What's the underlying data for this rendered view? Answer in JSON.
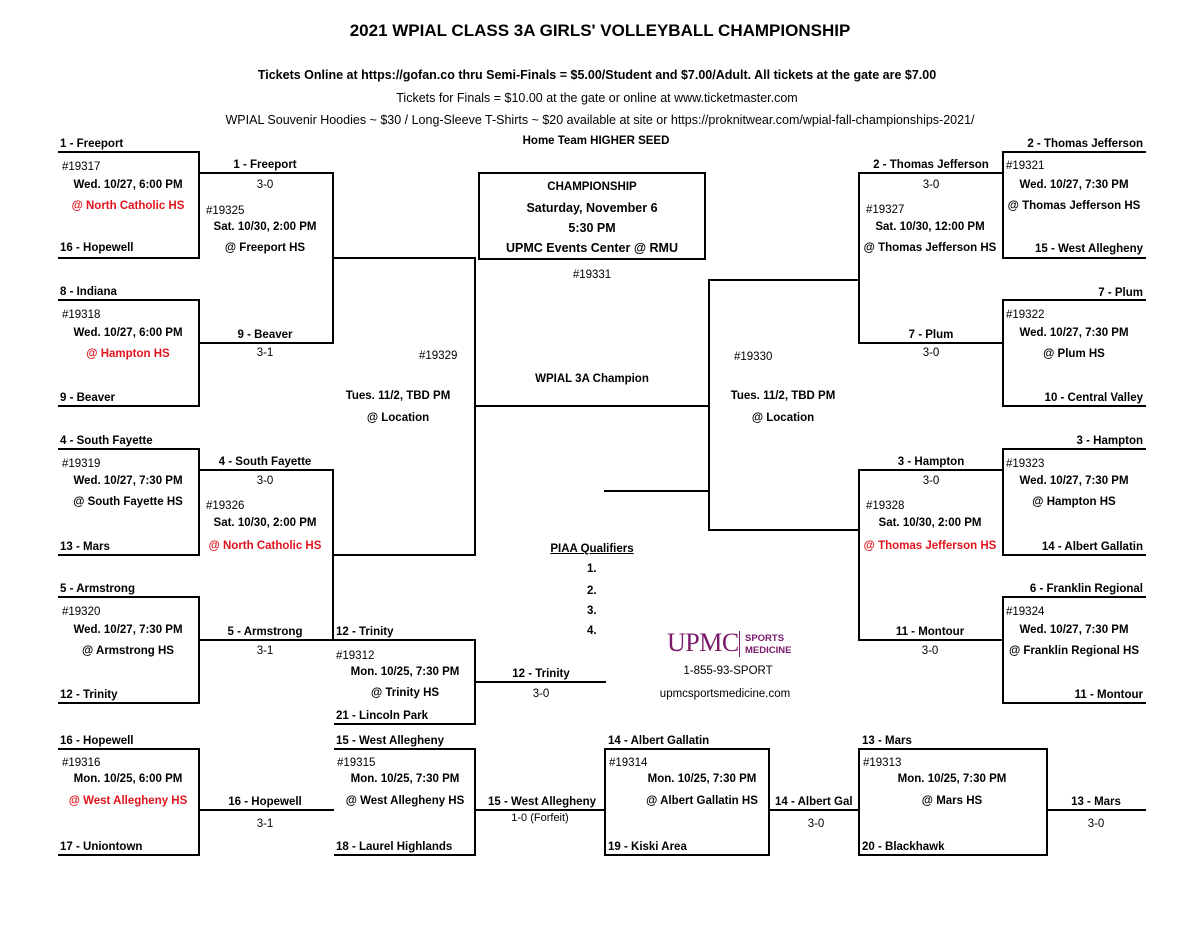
{
  "header": {
    "title": "2021 WPIAL CLASS 3A GIRLS' VOLLEYBALL CHAMPIONSHIP",
    "line1": "Tickets Online at https://gofan.co thru Semi-Finals = $5.00/Student and $7.00/Adult. All tickets at the gate are $7.00",
    "line2": "Tickets for Finals = $10.00 at the gate or online at www.ticketmaster.com",
    "line3": "WPIAL Souvenir Hoodies ~ $30 / Long-Sleeve T-Shirts ~ $20 available at site or https://proknitwear.com/wpial-fall-championships-2021/",
    "home_team": "Home Team HIGHER SEED"
  },
  "championship": {
    "label": "CHAMPIONSHIP",
    "date": "Saturday, November 6",
    "time": "5:30 PM",
    "venue": "UPMC Events Center @ RMU",
    "game_no": "#19331",
    "champion_label": "WPIAL 3A Champion"
  },
  "semifinals": {
    "left_game_no": "#19329",
    "right_game_no": "#19330",
    "left_date": "Tues. 11/2, TBD PM",
    "right_date": "Tues. 11/2, TBD PM",
    "left_venue": "@ Location",
    "right_venue": "@ Location"
  },
  "piaa": {
    "title": "PIAA Qualifiers",
    "slots": [
      "1.",
      "2.",
      "3.",
      "4."
    ]
  },
  "sponsor": {
    "name": "UPMC",
    "tag1": "SPORTS",
    "tag2": "MEDICINE",
    "phone": "1-855-93-SPORT",
    "website": "upmcsportsmedicine.com"
  },
  "first_round": [
    {
      "seed_top": "1 - Freeport",
      "game_no": "#19317",
      "date": "Wed. 10/27, 6:00 PM",
      "venue": "@ North Catholic HS",
      "seed_bottom": "16 - Hopewell",
      "winner": "1 - Freeport",
      "score": "3-0"
    },
    {
      "seed_top": "8 - Indiana",
      "game_no": "#19318",
      "date": "Wed. 10/27, 6:00 PM",
      "venue": "@ Hampton HS",
      "seed_bottom": "9 - Beaver",
      "winner": "9 - Beaver",
      "score": "3-1"
    },
    {
      "seed_top": "4 - South Fayette",
      "game_no": "#19319",
      "date": "Wed. 10/27, 7:30 PM",
      "venue": "@ South Fayette HS",
      "seed_bottom": "13 - Mars",
      "winner": "4 - South Fayette",
      "score": "3-0"
    },
    {
      "seed_top": "5 - Armstrong",
      "game_no": "#19320",
      "date": "Wed. 10/27, 7:30 PM",
      "venue": "@ Armstrong HS",
      "seed_bottom": "12 - Trinity",
      "winner": "5 - Armstrong",
      "score": "3-1"
    },
    {
      "seed_top": "2 - Thomas Jefferson",
      "game_no": "#19321",
      "date": "Wed. 10/27, 7:30 PM",
      "venue": "@ Thomas Jefferson HS",
      "seed_bottom": "15 - West Allegheny",
      "winner": "2 - Thomas Jefferson",
      "score": "3-0"
    },
    {
      "seed_top": "7 - Plum",
      "game_no": "#19322",
      "date": "Wed. 10/27, 7:30 PM",
      "venue": "@ Plum HS",
      "seed_bottom": "10 - Central Valley",
      "winner": "7 - Plum",
      "score": "3-0"
    },
    {
      "seed_top": "3 - Hampton",
      "game_no": "#19323",
      "date": "Wed. 10/27, 7:30 PM",
      "venue": "@ Hampton HS",
      "seed_bottom": "14 - Albert Gallatin",
      "winner": "3 - Hampton",
      "score": "3-0"
    },
    {
      "seed_top": "6 - Franklin Regional",
      "game_no": "#19324",
      "date": "Wed. 10/27, 7:30 PM",
      "venue": "@ Franklin Regional HS",
      "seed_bottom": "11 - Montour",
      "winner": "11 - Montour",
      "score": "3-0"
    }
  ],
  "quarterfinals": [
    {
      "game_no": "#19325",
      "date": "Sat. 10/30, 2:00 PM",
      "venue": "@ Freeport HS"
    },
    {
      "game_no": "#19326",
      "date": "Sat. 10/30, 2:00 PM",
      "venue": "@ North Catholic HS"
    },
    {
      "game_no": "#19327",
      "date": "Sat. 10/30, 12:00 PM",
      "venue": "@ Thomas Jefferson HS"
    },
    {
      "game_no": "#19328",
      "date": "Sat. 10/30, 2:00 PM",
      "venue": "@ Thomas Jefferson HS"
    }
  ],
  "preliminary": [
    {
      "seed_top": "12 - Trinity",
      "game_no": "#19312",
      "date": "Mon. 10/25, 7:30 PM",
      "venue": "@ Trinity HS",
      "seed_bottom": "21 - Lincoln Park",
      "winner": "12 - Trinity",
      "score": "3-0"
    },
    {
      "seed_top": "16 - Hopewell",
      "game_no": "#19316",
      "date": "Mon. 10/25, 6:00 PM",
      "venue": "@ West Allegheny HS",
      "seed_bottom": "17 - Uniontown",
      "winner": "16 - Hopewell",
      "score": "3-1"
    },
    {
      "seed_top": "15 - West Allegheny",
      "game_no": "#19315",
      "date": "Mon. 10/25, 7:30 PM",
      "venue": "@ West Allegheny HS",
      "seed_bottom": "18 - Laurel Highlands",
      "winner": "15 - West Allegheny",
      "score": "1-0 (Forfeit)"
    },
    {
      "seed_top": "14 - Albert Gallatin",
      "game_no": "#19314",
      "date": "Mon. 10/25, 7:30 PM",
      "venue": "@ Albert Gallatin HS",
      "seed_bottom": "19 - Kiski Area",
      "winner": "14 - Albert Gal",
      "score": "3-0"
    },
    {
      "seed_top": "13 - Mars",
      "game_no": "#19313",
      "date": "Mon. 10/25, 7:30 PM",
      "venue": "@ Mars HS",
      "seed_bottom": "20 - Blackhawk",
      "winner": "13 - Mars",
      "score": "3-0"
    }
  ]
}
